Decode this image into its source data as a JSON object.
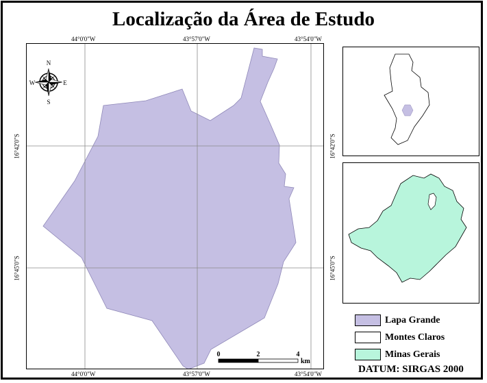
{
  "map": {
    "title": "Localização da Área de Estudo",
    "colors": {
      "study_area": "#c5bfe3",
      "municipality": "#ffffff",
      "state": "#b8f5dc",
      "border": "#000000",
      "grid": "#8a8a8a"
    },
    "graticule": {
      "longitudes_top": [
        "44°0'0\"W",
        "43°57'0\"W",
        "43°54'0\"W"
      ],
      "longitudes_bottom": [
        "44°0'0\"W",
        "43°57'0\"W",
        "43°54'0\"W"
      ],
      "latitudes_left": [
        "16°42'0\"S",
        "16°45'0\"S"
      ],
      "latitudes_right": [
        "16°42'0\"S",
        "16°45'0\"S"
      ]
    },
    "north_arrow": {
      "n": "N",
      "s": "S",
      "e": "E",
      "w": "W"
    },
    "scale_bar": {
      "ticks": [
        "0",
        "2",
        "4"
      ],
      "unit": "km"
    },
    "legend": [
      {
        "label": "Lapa Grande",
        "color": "#c5bfe3"
      },
      {
        "label": "Montes Claros",
        "color": "#ffffff"
      },
      {
        "label": "Minas Gerais",
        "color": "#b8f5dc"
      }
    ],
    "datum": "DATUM: SIRGAS 2000"
  }
}
